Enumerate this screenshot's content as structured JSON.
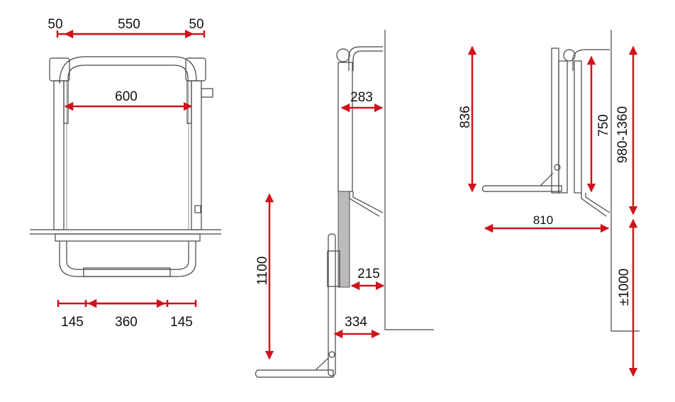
{
  "front_view": {
    "top_dims": [
      "50",
      "550",
      "50"
    ],
    "inner_width": "600",
    "bottom_dims": [
      "145",
      "360",
      "145"
    ]
  },
  "side_view_lowered": {
    "height": "1100",
    "depth_top": "283",
    "depth_mid": "215",
    "depth_bottom": "334"
  },
  "side_view_raised": {
    "height_total": "836",
    "height_inner": "750",
    "mount_height": "980-1360",
    "travel": "±1000",
    "reach": "810"
  },
  "colors": {
    "dimension": "#d0121b",
    "line": "#444444"
  }
}
